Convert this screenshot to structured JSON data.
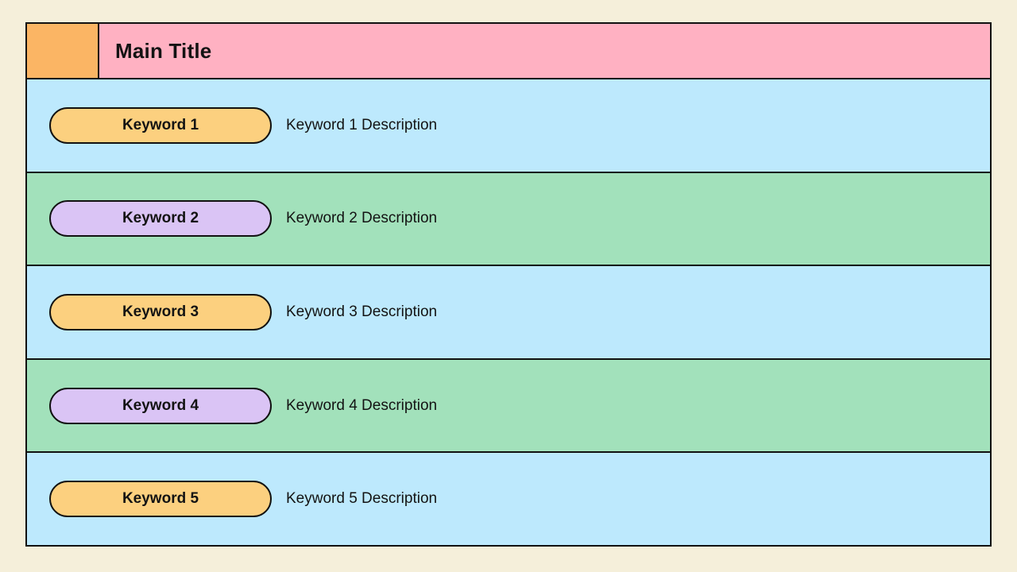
{
  "colors": {
    "background": "#F5EFDA",
    "border": "#111111",
    "text": "#131313",
    "header_accent": "#FBB564",
    "header_bar": "#FFB1C2",
    "row_blue": "#BDE9FD",
    "row_green": "#A2E1BB",
    "pill_yellow": "#FCD07F",
    "pill_purple": "#DAC4F5"
  },
  "header": {
    "title": "Main Title"
  },
  "rows": [
    {
      "keyword": "Keyword 1",
      "description": "Keyword 1 Description",
      "row_color": "blue",
      "pill_color": "yellow"
    },
    {
      "keyword": "Keyword 2",
      "description": "Keyword 2 Description",
      "row_color": "green",
      "pill_color": "purple"
    },
    {
      "keyword": "Keyword 3",
      "description": "Keyword 3 Description",
      "row_color": "blue",
      "pill_color": "yellow"
    },
    {
      "keyword": "Keyword 4",
      "description": "Keyword 4 Description",
      "row_color": "green",
      "pill_color": "purple"
    },
    {
      "keyword": "Keyword 5",
      "description": "Keyword 5 Description",
      "row_color": "blue",
      "pill_color": "yellow"
    }
  ]
}
